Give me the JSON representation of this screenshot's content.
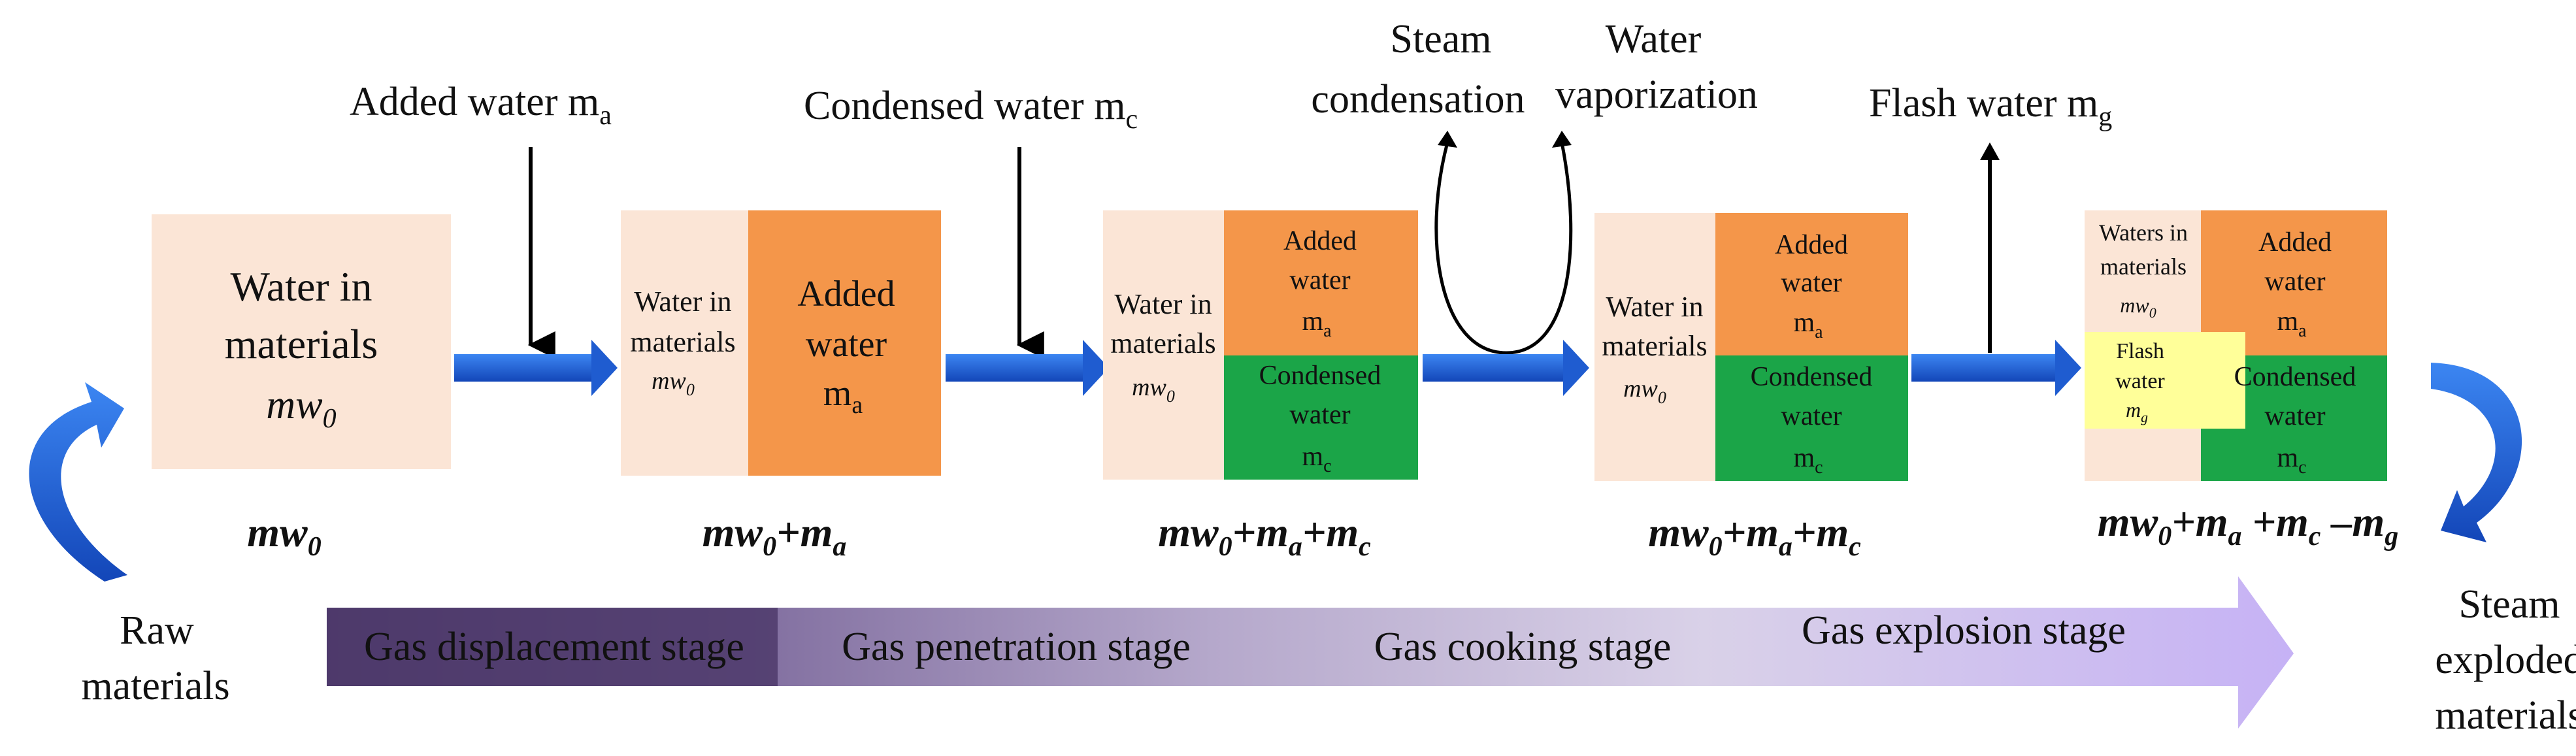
{
  "inputs": {
    "added_water": "Added water m",
    "added_water_sub": "a",
    "condensed_water": "Condensed water m",
    "condensed_water_sub": "c",
    "steam_condensation_1": "Steam",
    "steam_condensation_2": "condensation",
    "water_vaporization_1": "Water",
    "water_vaporization_2": "vaporization",
    "flash_water": "Flash water m",
    "flash_water_sub": "g"
  },
  "box1": {
    "line1": "Water in",
    "line2": "materials",
    "var": "mw",
    "var_sub": "0"
  },
  "box2": {
    "left_line1": "Water in",
    "left_line2": "materials",
    "left_var": "mw",
    "left_var_sub": "0",
    "right_line1": "Added",
    "right_line2": "water",
    "right_var": "m",
    "right_var_sub": "a"
  },
  "box3": {
    "left_line1": "Water in",
    "left_line2": "materials",
    "left_var": "mw",
    "left_var_sub": "0",
    "top_line1": "Added",
    "top_line2": "water",
    "top_var": "m",
    "top_var_sub": "a",
    "bottom_line1": "Condensed",
    "bottom_line2": "water",
    "bottom_var": "m",
    "bottom_var_sub": "c"
  },
  "box4": {
    "left_line1": "Water in",
    "left_line2": "materials",
    "left_var": "mw",
    "left_var_sub": "0",
    "top_line1": "Added",
    "top_line2": "water",
    "top_var": "m",
    "top_var_sub": "a",
    "bottom_line1": "Condensed",
    "bottom_line2": "water",
    "bottom_var": "m",
    "bottom_var_sub": "c"
  },
  "box5": {
    "left_line1": "Waters in",
    "left_line2": "materials",
    "left_var": "mw",
    "left_var_sub": "0",
    "flash_line1": "Flash",
    "flash_line2": "water",
    "flash_var": "m",
    "flash_var_sub": "g",
    "top_line1": "Added",
    "top_line2": "water",
    "top_var": "m",
    "top_var_sub": "a",
    "bottom_line1": "Condensed",
    "bottom_line2": "water",
    "bottom_var": "m",
    "bottom_var_sub": "c"
  },
  "formulas": {
    "f1_a": "mw",
    "f1_a_sub": "0",
    "f2_a": "mw",
    "f2_a_sub": "0",
    "f2_b": "+m",
    "f2_b_sub": "a",
    "f3_a": "mw",
    "f3_a_sub": "0",
    "f3_b": "+m",
    "f3_b_sub": "a",
    "f3_c": "+m",
    "f3_c_sub": "c",
    "f4_a": "mw",
    "f4_a_sub": "0",
    "f4_b": "+m",
    "f4_b_sub": "a",
    "f4_c": "+m",
    "f4_c_sub": "c",
    "f5_a": "mw",
    "f5_a_sub": "0",
    "f5_b": "+m",
    "f5_b_sub": "a",
    "f5_c": " +m",
    "f5_c_sub": "c",
    "f5_d": " –m",
    "f5_d_sub": "g"
  },
  "raw_materials_1": "Raw",
  "raw_materials_2": "materials",
  "steam_exploded_1": "Steam",
  "steam_exploded_2": "exploded",
  "steam_exploded_3": "materials",
  "stages": [
    {
      "label": "Gas displacement stage"
    },
    {
      "label": "Gas penetration stage"
    },
    {
      "label": "Gas cooking stage"
    },
    {
      "label": "Gas explosion stage"
    }
  ],
  "colors": {
    "beige": "#FBE5D6",
    "orange": "#F4964A",
    "green": "#1BA548",
    "yellow": "#FFFF99",
    "blue_arrow": "#1F63D6",
    "stage1": "#5A4678",
    "stage2": "#9A8AB4",
    "stage3": "#CFC6DE",
    "stage4": "#C9B7F4"
  }
}
